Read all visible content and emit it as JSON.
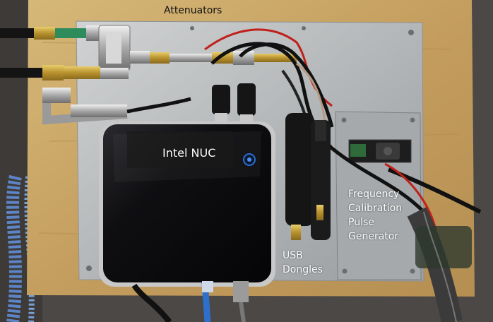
{
  "labels": {
    "attenuators": "Attenuators",
    "nuc": "Intel NUC",
    "usb_line1": "USB",
    "usb_line2": "Dongles",
    "freq_line1": "Frequency",
    "freq_line2": "Calibration",
    "freq_line3": "Pulse",
    "freq_line4": "Generator"
  },
  "colors": {
    "plywood": "#c9a86a",
    "aluminum_plate": "#b9bcbd",
    "nuc_body": "#0d0d0f",
    "cable_black": "#111111",
    "cable_red": "#c0201a",
    "cable_blue": "#2f6fcc",
    "brass": "#c9a544",
    "label_text": "#ffffff",
    "label_text_dark": "#111111"
  }
}
